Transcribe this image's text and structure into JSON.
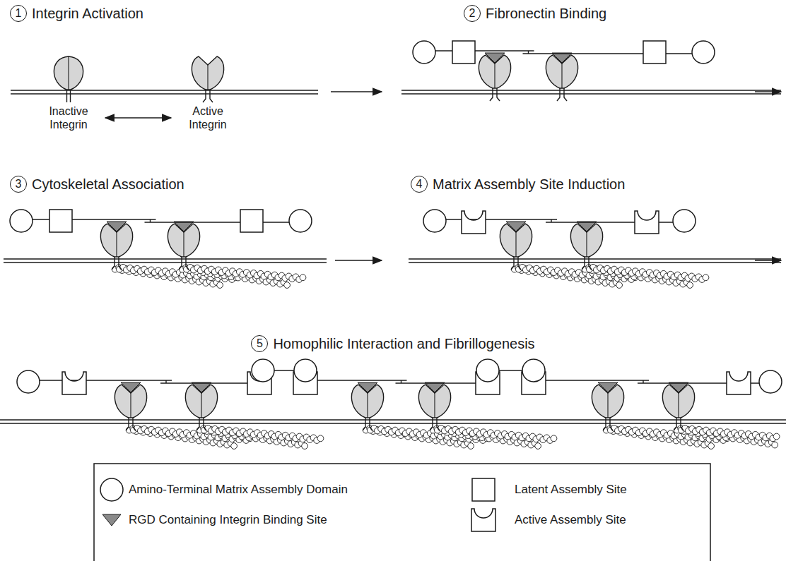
{
  "diagram": {
    "nodes": [
      {
        "text": [
          "Inactive Integrin"
        ]
      },
      {
        "text": [
          "Active Integrin"
        ]
      }
    ],
    "edges": [
      {
        "from": 0,
        "to": 1,
        "arrow": "both"
      }
    ],
    "labels": [
      "1",
      "Integrin Activation",
      "2",
      "Fibronectin Binding",
      "3",
      "Cytoskeletal Association",
      "4",
      "Matrix Assembly Site Induction",
      "5",
      "Homophilic Interaction and Fibrillogenesis"
    ],
    "legend": [
      {
        "text": "Amino-Terminal Matrix Assembly Domain"
      },
      {
        "text": "Latent Assembly Site"
      },
      {
        "text": "RGD Containing Integrin Binding Site"
      },
      {
        "text": "Active Assembly Site"
      }
    ]
  }
}
